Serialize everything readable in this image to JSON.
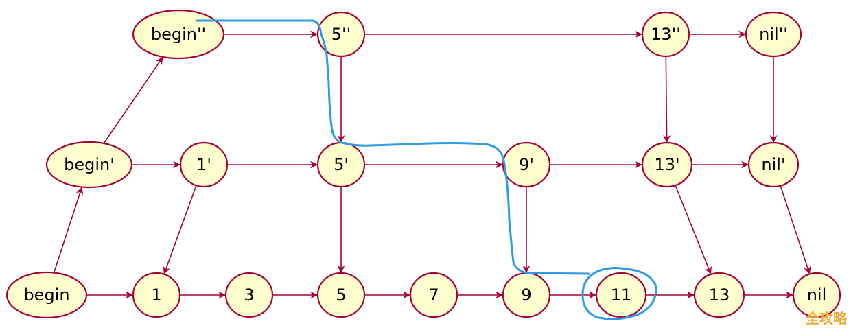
{
  "colors": {
    "node_fill": "#fefece",
    "node_border": "#a80036",
    "edge": "#a80036",
    "highlight": "#2e9be6"
  },
  "nodes": {
    "begin2": "begin''",
    "n5_2": "5''",
    "n13_2": "13''",
    "nil2": "nil''",
    "begin1": "begin'",
    "n1_1": "1'",
    "n5_1": "5'",
    "n9_1": "9'",
    "n13_1": "13'",
    "nil1": "nil'",
    "begin0": "begin",
    "n1": "1",
    "n3": "3",
    "n5": "5",
    "n7": "7",
    "n9": "9",
    "n11": "11",
    "n13": "13",
    "nil0": "nil"
  },
  "edges": [
    [
      "begin2",
      "n5_2"
    ],
    [
      "n5_2",
      "n13_2"
    ],
    [
      "n13_2",
      "nil2"
    ],
    [
      "n5_2",
      "n5_1"
    ],
    [
      "n13_2",
      "n13_1"
    ],
    [
      "nil2",
      "nil1"
    ],
    [
      "begin1",
      "begin2"
    ],
    [
      "begin1",
      "n1_1"
    ],
    [
      "n1_1",
      "n5_1"
    ],
    [
      "n5_1",
      "n9_1"
    ],
    [
      "n9_1",
      "n13_1"
    ],
    [
      "n13_1",
      "nil1"
    ],
    [
      "n1_1",
      "n1"
    ],
    [
      "n5_1",
      "n5"
    ],
    [
      "n9_1",
      "n9"
    ],
    [
      "n13_1",
      "n13"
    ],
    [
      "nil1",
      "nil0"
    ],
    [
      "begin0",
      "begin1"
    ],
    [
      "begin0",
      "n1"
    ],
    [
      "n1",
      "n3"
    ],
    [
      "n3",
      "n5"
    ],
    [
      "n5",
      "n7"
    ],
    [
      "n7",
      "n9"
    ],
    [
      "n9",
      "n11"
    ],
    [
      "n11",
      "n13"
    ],
    [
      "n13",
      "nil0"
    ]
  ],
  "watermark": "全攻略"
}
